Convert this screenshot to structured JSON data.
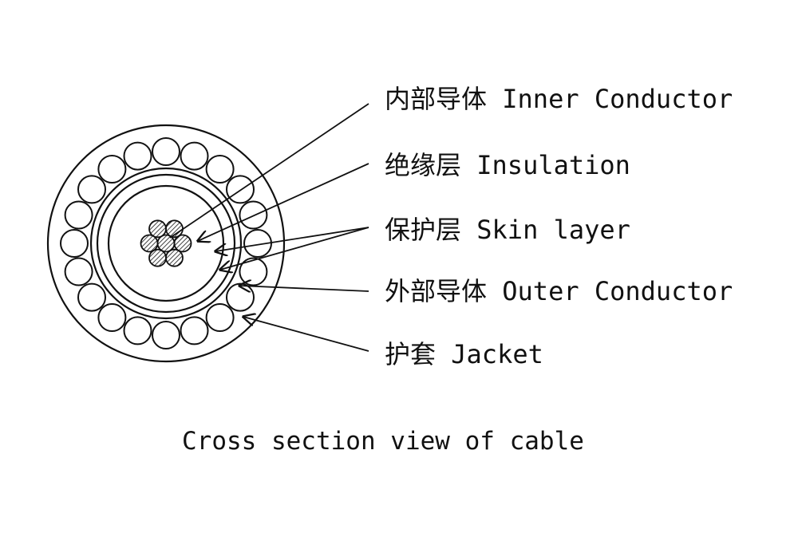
{
  "diagram": {
    "labels": [
      {
        "id": "inner-conductor",
        "text": "内部导体 Inner Conductor"
      },
      {
        "id": "insulation",
        "text": "绝缘层 Insulation"
      },
      {
        "id": "skin-layer",
        "text": "保护层 Skin layer"
      },
      {
        "id": "outer-conductor",
        "text": "外部导体 Outer Conductor"
      },
      {
        "id": "jacket",
        "text": "护套 Jacket"
      }
    ],
    "caption": "Cross section view of cable"
  },
  "colors": {
    "stroke": "#111111",
    "background": "#ffffff"
  }
}
